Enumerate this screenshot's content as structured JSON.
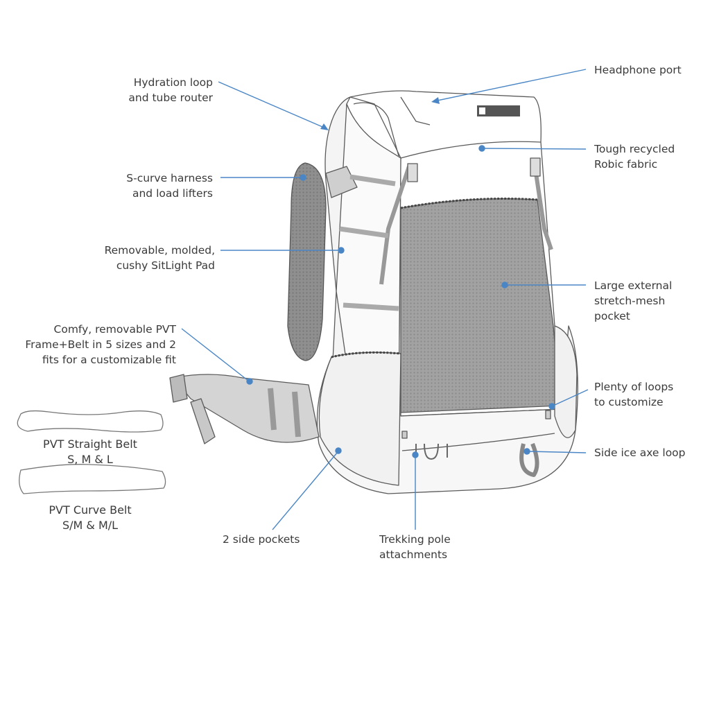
{
  "callouts": {
    "hydration": [
      "Hydration loop",
      "and tube router"
    ],
    "headphone": [
      "Headphone port"
    ],
    "robic": [
      "Tough recycled",
      "Robic fabric"
    ],
    "harness": [
      "S-curve harness",
      "and load lifters"
    ],
    "sitlight": [
      "Removable, molded,",
      "cushy SitLight Pad"
    ],
    "mesh": [
      "Large external",
      "stretch-mesh",
      "pocket"
    ],
    "frame": [
      "Comfy, removable PVT",
      "Frame+Belt in 5 sizes and 2",
      "fits for a customizable fit"
    ],
    "loops": [
      "Plenty of loops",
      "to customize"
    ],
    "iceaxe": [
      "Side ice axe loop"
    ],
    "sidepockets": [
      "2 side pockets"
    ],
    "trekking": [
      "Trekking pole",
      "attachments"
    ]
  },
  "belts": {
    "straight": [
      "PVT Straight Belt",
      "S, M & L"
    ],
    "curve": [
      "PVT Curve Belt",
      "S/M & M/L"
    ]
  },
  "colors": {
    "callout_line": "#4a86c5",
    "outline": "#5a5a5a",
    "mesh": "#9a9a9a",
    "strap": "#bdbdbd"
  }
}
